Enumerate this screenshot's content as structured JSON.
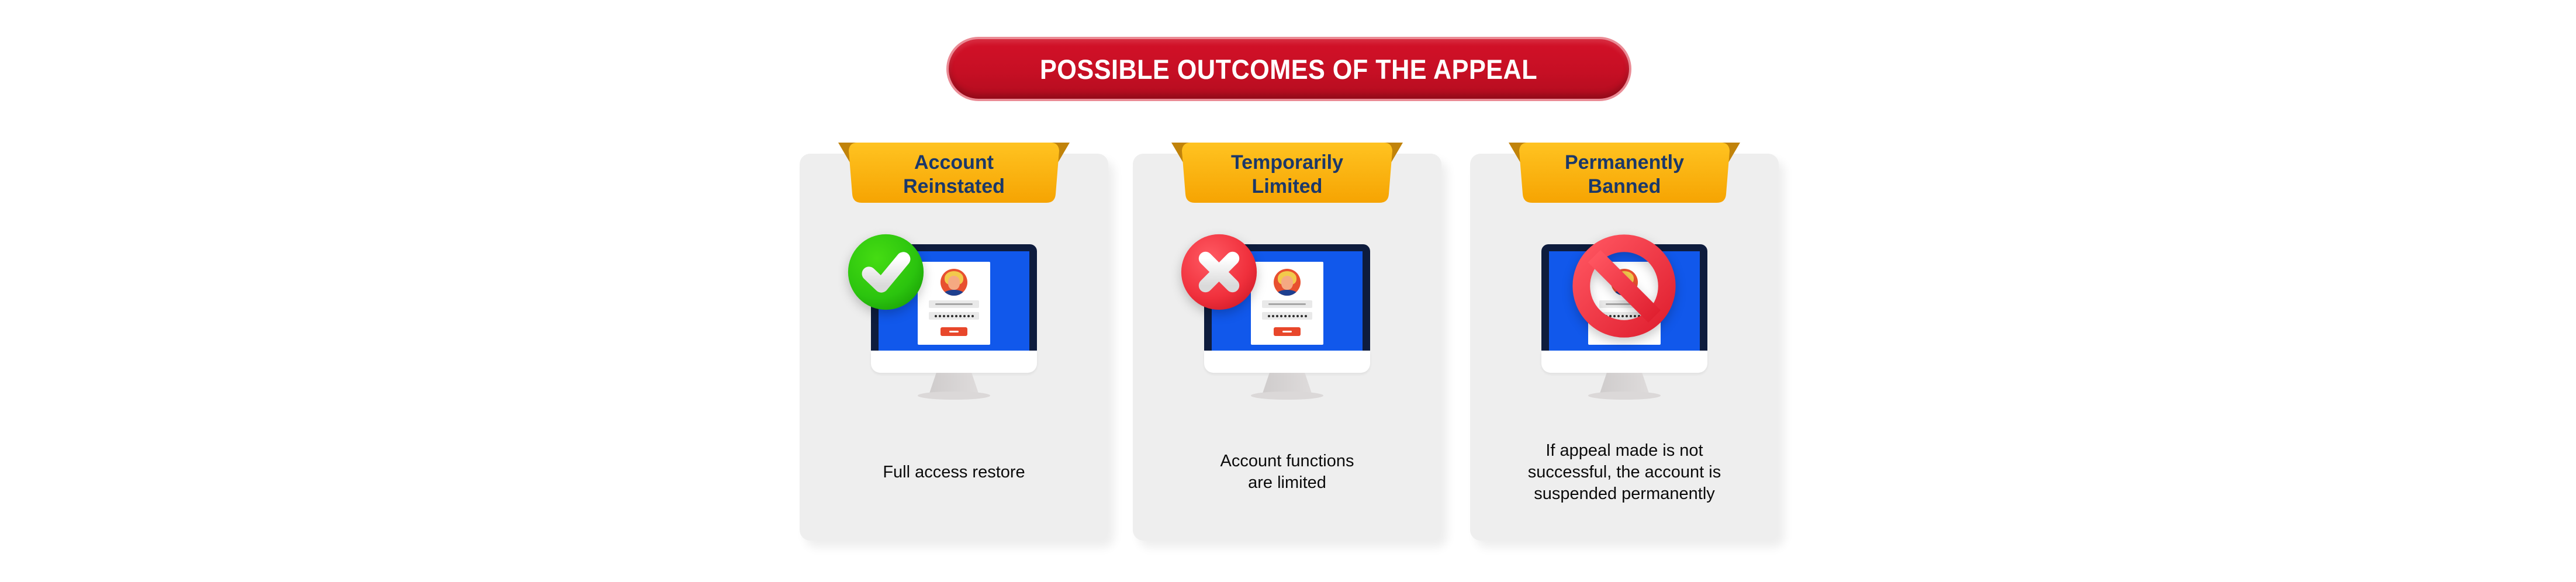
{
  "banner": {
    "label": "POSSIBLE OUTCOMES OF THE APPEAL"
  },
  "cards": [
    {
      "title_lines": [
        "Account",
        "Reinstated"
      ],
      "icon": "check-circle-icon",
      "desc_lines": [
        "Full access restore"
      ]
    },
    {
      "title_lines": [
        "Temporarily",
        "Limited"
      ],
      "icon": "cross-circle-icon",
      "desc_lines": [
        "Account functions",
        "are limited"
      ]
    },
    {
      "title_lines": [
        "Permanently",
        "Banned"
      ],
      "icon": "no-entry-icon",
      "desc_lines": [
        "If appeal made is not",
        "successful, the account is",
        "suspended permanently"
      ]
    }
  ],
  "colors": {
    "banner_red": "#c60f24",
    "banner_border_pink": "#ea8b95",
    "ribbon_yellow": "#ffb60a",
    "ribbon_fold": "#c1830a",
    "title_navy": "#1b3869",
    "card_gray": "#eeeeee",
    "monitor_navy": "#0e1c3d",
    "screen_blue": "#1158eb",
    "avatar_orange": "#e8502f",
    "button_orange": "#e8472b",
    "check_green": "#2bc40e",
    "badge_red": "#f0303c",
    "text_black": "#0b0b0b"
  }
}
